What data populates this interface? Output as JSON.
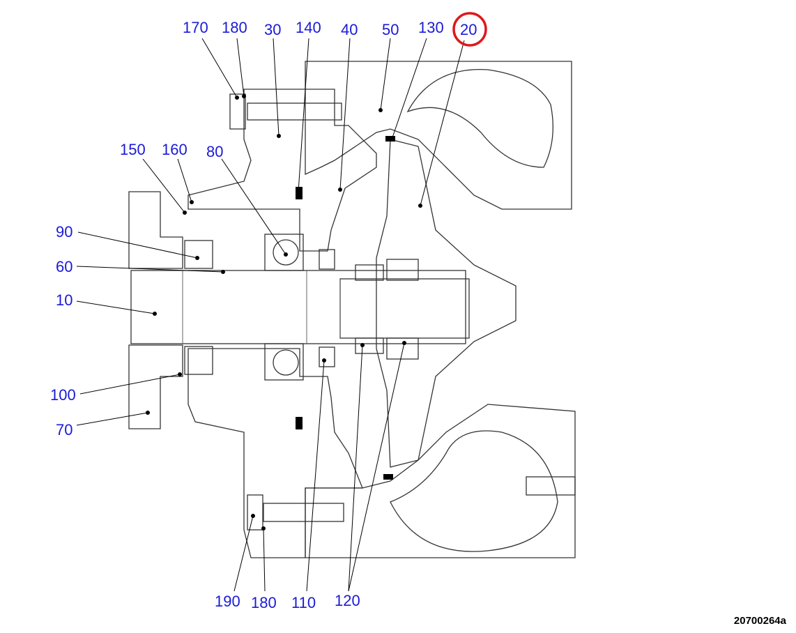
{
  "drawing_id": "20700264a",
  "highlight_color": "#dd1a1a",
  "label_color": "#1a1ad8",
  "highlighted_part": "20",
  "part_labels": {
    "top": [
      "170",
      "180",
      "30",
      "140",
      "40",
      "50",
      "130",
      "20"
    ],
    "upper_left": [
      "150",
      "160",
      "80"
    ],
    "left": [
      "90",
      "60",
      "10",
      "100",
      "70"
    ],
    "bottom": [
      "190",
      "180",
      "110",
      "120"
    ]
  }
}
